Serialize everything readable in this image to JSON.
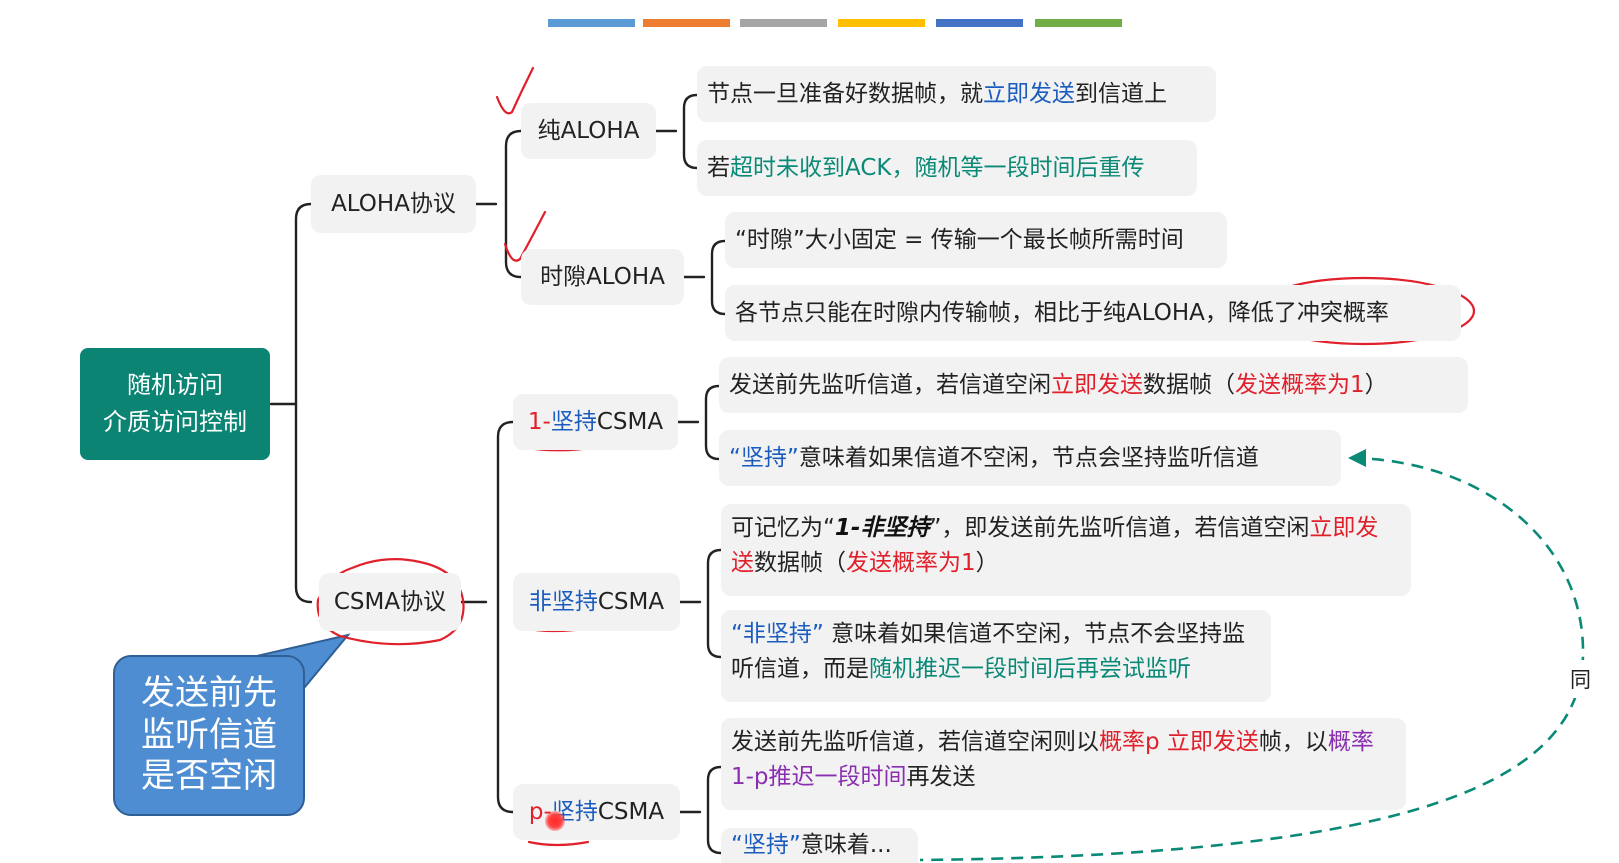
{
  "colors": {
    "root": "#0b8473",
    "blue": "#1b5cbf",
    "red": "#e0202a",
    "green": "#0a8a76",
    "purple": "#8a2fb0",
    "callout": "#4e8dd2",
    "top_bar": [
      "#5b9bd5",
      "#ed7d31",
      "#a5a5a5",
      "#ffc000",
      "#4472c4",
      "#70ad47"
    ]
  },
  "root": {
    "line1": "随机访问",
    "line2": "介质访问控制"
  },
  "aloha": {
    "label": "ALOHA协议",
    "pure": {
      "label": "纯ALOHA",
      "d1_a": "节点一旦准备好数据帧，就",
      "d1_b": "立即发送",
      "d1_c": "到信道上",
      "d2_a": "若",
      "d2_b": "超时未收到ACK，随机等一段时间后重传"
    },
    "slotted": {
      "label": "时隙ALOHA",
      "d1": "“时隙”大小固定 = 传输一个最长帧所需时间",
      "d2_a": "各节点只能在时隙内传输帧，相比于纯ALOHA，",
      "d2_b": "降低了冲突概率"
    }
  },
  "csma": {
    "label": "CSMA协议",
    "p1": {
      "label_a": "1-",
      "label_b": "坚持",
      "label_c": "CSMA",
      "d1_a": "发送前先监听信道，若信道空闲",
      "d1_b": "立即发送",
      "d1_c": "数据帧（",
      "d1_d": "发送概率为1",
      "d1_e": "）",
      "d2_a": "“坚持”",
      "d2_b": " 意味着如果信道不空闲，节点会坚持监听信道"
    },
    "np": {
      "label_a": "非坚持",
      "label_b": "CSMA",
      "d1_a": "可记忆为“",
      "d1_b": "1-非坚持",
      "d1_c": "”，即发送前先监听信道，若信道空闲",
      "d1_d": "立即发送",
      "d1_e": "数据帧（",
      "d1_f": "发送概率为1",
      "d1_g": "）",
      "d2_a": "“非坚持”",
      "d2_b": " 意味着如果信道不空闲，节点不会坚持监听信道，而是",
      "d2_c": "随机推迟一段时间后再尝试监听"
    },
    "pp": {
      "label_a": "p-",
      "label_b": "坚持",
      "label_c": "CSMA",
      "d1_a": "发送前先监听信道，若信道空闲则以",
      "d1_b": "概率p 立即发送",
      "d1_c": "帧，以",
      "d1_d": "概率1-p推迟一段时间",
      "d1_e": "再发送",
      "d2_a": "“坚持”",
      "d2_b": " 意味着..."
    }
  },
  "callout": {
    "line1": "发送前先",
    "line2": "监听信道",
    "line3": "是否空闲"
  },
  "same_label": "同"
}
